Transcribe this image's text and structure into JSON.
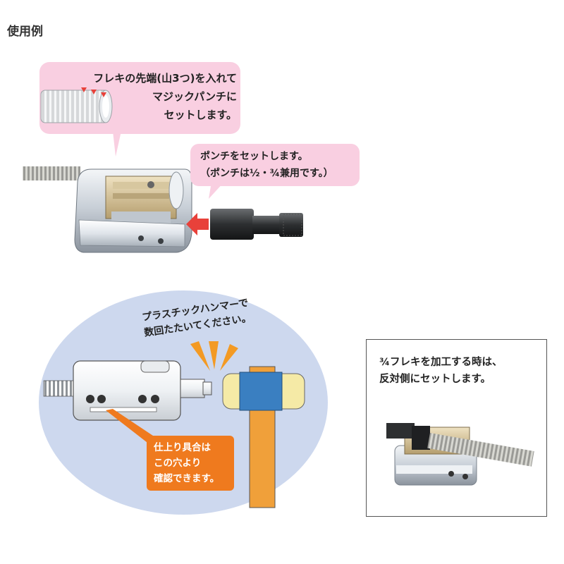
{
  "title": "使用例",
  "callout_flexible_tip": {
    "lines": [
      "フレキの先端(山3つ)を入れて",
      "マジックパンチに",
      "セットします。"
    ]
  },
  "callout_punch": {
    "lines": [
      "ポンチをセットします。",
      "（ポンチは½・¾兼用です。）"
    ]
  },
  "callout_hammer": {
    "lines": [
      "プラスチックハンマーで",
      "数回たたいてください。"
    ]
  },
  "callout_check": {
    "lines": [
      "仕上り具合は",
      "この穴より",
      "確認できます。"
    ]
  },
  "panel": {
    "lines": [
      "¾フレキを加工する時は、",
      "反対側にセットします。"
    ]
  },
  "colors": {
    "pink_bubble": "#f9cfe1",
    "arrow_red": "#e8413a",
    "ellipse_blue": "#cdd8ee",
    "orange": "#ef7a1e",
    "hammer_handle": "#f0a03a",
    "hammer_cap": "#f5eaa6",
    "hammer_band": "#3a7fc1"
  }
}
